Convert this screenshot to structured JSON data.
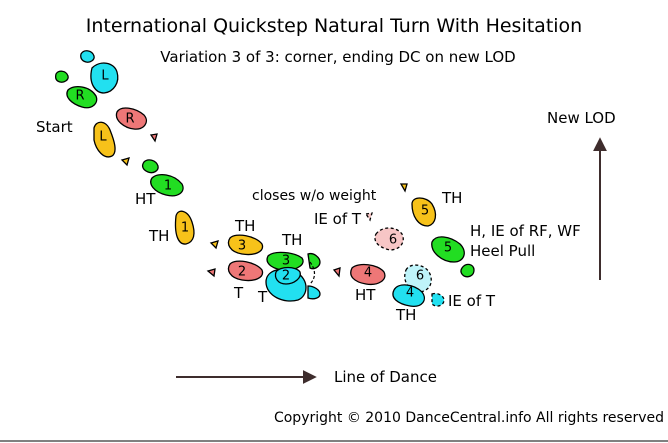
{
  "title": "International Quickstep Natural Turn With Hesitation",
  "subtitle": "Variation 3 of 3: corner, ending DC on new LOD",
  "labels": {
    "start": "Start",
    "ht_a": "HT",
    "th_a": "TH",
    "th_b": "TH",
    "t_a": "T",
    "th_c": "TH",
    "t_b": "T",
    "closes": "closes w/o weight",
    "ie_of_t_a": "IE of T",
    "ht_b": "HT",
    "th_d": "TH",
    "th_e": "TH",
    "ie_of_t_b": "IE of T",
    "h_ie": "H, IE of RF, WF",
    "heel_pull": "Heel Pull",
    "new_lod": "New LOD",
    "line_of_dance": "Line of Dance",
    "copyright": "Copyright © 2010 DanceCentral.info All rights reserved"
  },
  "feet": {
    "man_l0": "L",
    "man_r0": "R",
    "woman_r0": "R",
    "woman_l0": "L",
    "man_1": "1",
    "woman_1": "1",
    "woman_2": "2",
    "woman_3": "3",
    "man_3": "3",
    "man_2": "2",
    "woman_4": "4",
    "man_4": "4",
    "man_6": "6",
    "woman_6": "6",
    "woman_5": "5",
    "man_5": "5"
  },
  "colors": {
    "cyan": "#22e0f0",
    "cyan_light": "#bff4fa",
    "green": "#22dd22",
    "red": "#ee7777",
    "red_light": "#f7c6c6",
    "orange": "#f7c21a",
    "arrow": "#3e2d2d"
  }
}
